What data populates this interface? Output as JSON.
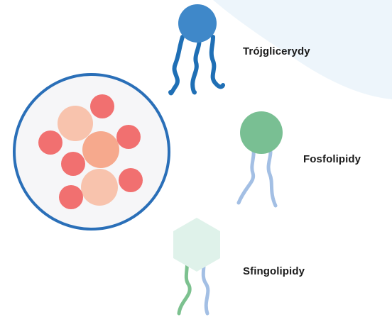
{
  "labels": {
    "triglycerides": "Trójglicerydy",
    "phospholipids": "Fosfolipidy",
    "sphingolipids": "Sfingolipidy"
  },
  "colors": {
    "background_blob": "#edf5fb",
    "triglyceride_head": "#3f88c9",
    "triglyceride_tails": "#1f6fb5",
    "phospholipid_head": "#79bf93",
    "phospholipid_tails": "#a3bfe4",
    "sphingolipid_head": "#dff2ea",
    "sphingolipid_tail_left": "#7cc18f",
    "sphingolipid_tail_right": "#a3bfe4",
    "droplet_fill": "#f6f6f8",
    "droplet_border": "#2a6fb8",
    "particle_red": "#f17070",
    "particle_peach": "#f8c3ad",
    "particle_salmon": "#f6a98d"
  }
}
